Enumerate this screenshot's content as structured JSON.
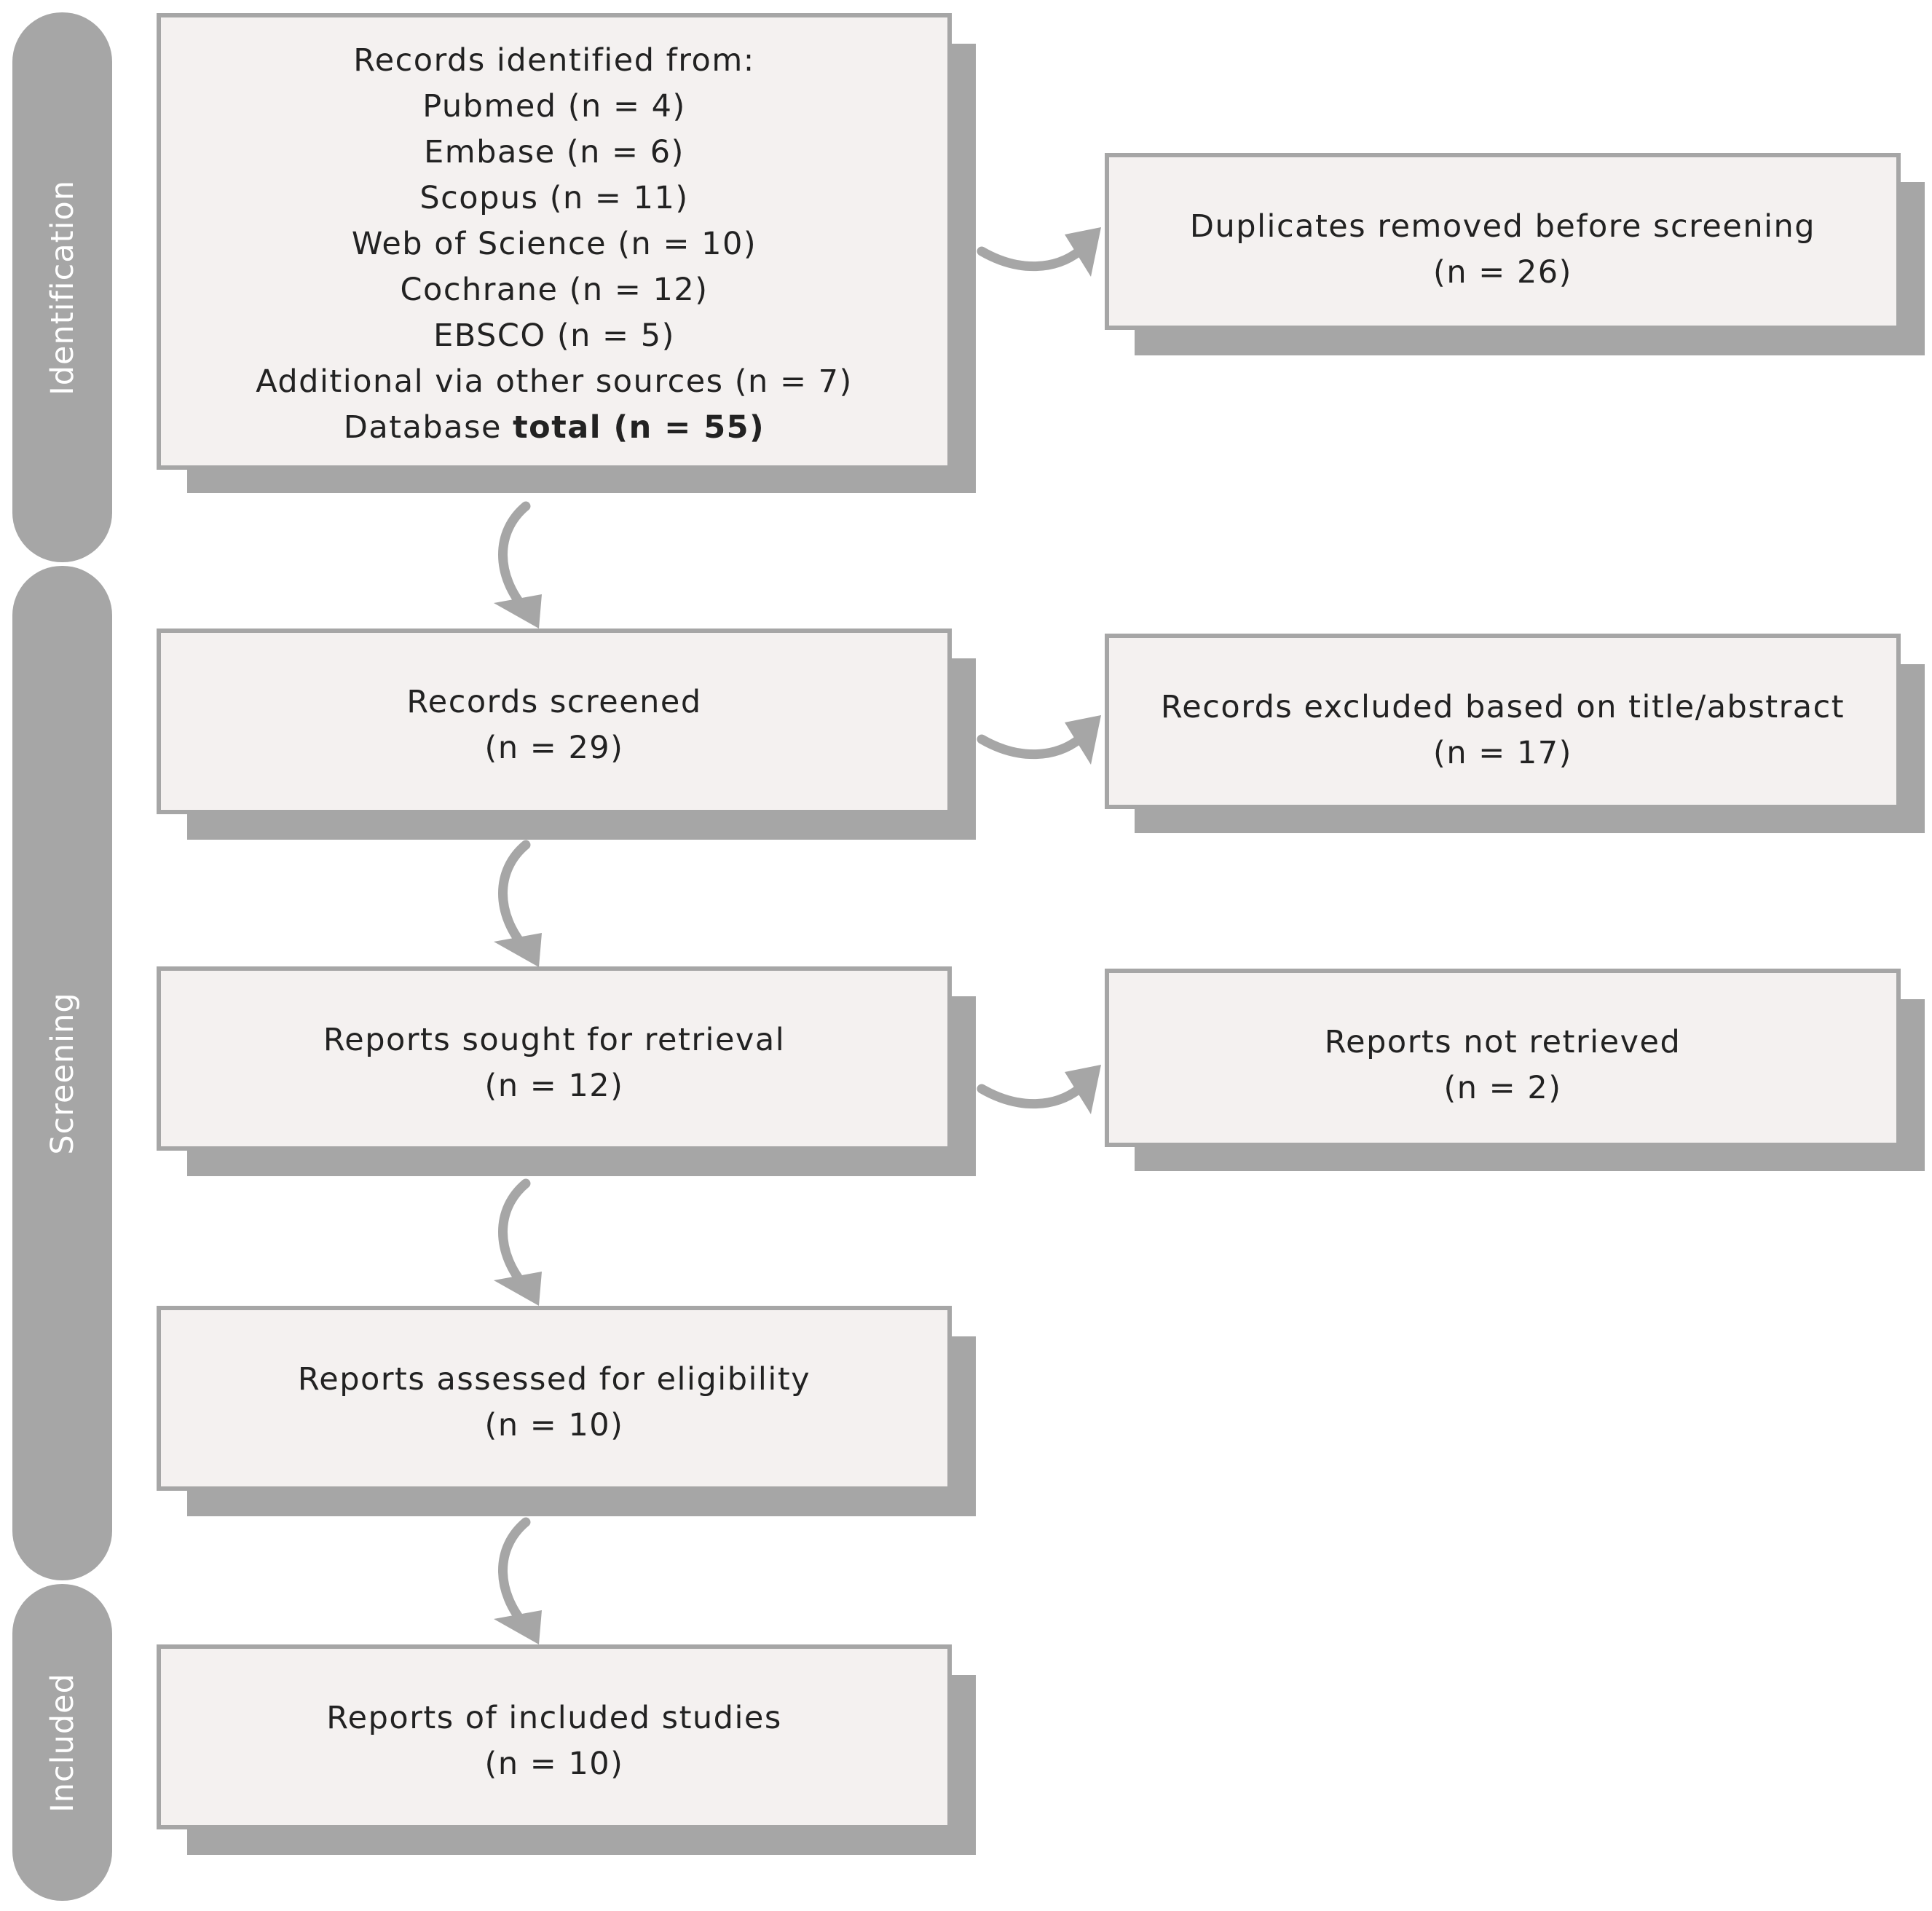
{
  "phases": {
    "identification": "Identification",
    "screening": "Screening",
    "included": "Included"
  },
  "boxes": {
    "identified": {
      "heading": "Records identified from:",
      "sources": [
        "Pubmed (n = 4)",
        "Embase (n = 6)",
        "Scopus (n = 11)",
        "Web of Science (n = 10)",
        "Cochrane (n = 12)",
        "EBSCO (n = 5)",
        "Additional via other sources (n = 7)"
      ],
      "total_prefix": "Database ",
      "total_bold": "total (n = 55)"
    },
    "duplicates": {
      "label": "Duplicates removed before screening",
      "count": "(n = 26)"
    },
    "screened": {
      "label": "Records screened",
      "count": "(n = 29)"
    },
    "excluded": {
      "label": "Records excluded based on title/abstract",
      "count": "(n = 17)"
    },
    "sought": {
      "label": "Reports sought for retrieval",
      "count": "(n = 12)"
    },
    "not_retrieved": {
      "label": "Reports not retrieved",
      "count": "(n = 2)"
    },
    "assessed": {
      "label": "Reports assessed for eligibility",
      "count": "(n = 10)"
    },
    "included": {
      "label": "Reports of included studies",
      "count": "(n = 10)"
    }
  },
  "colors": {
    "box_fill": "#f4f1f0",
    "box_border": "#a6a6a6",
    "shadow": "#a6a6a6",
    "phase_bar": "#a6a6a6",
    "arrow": "#a6a6a6"
  }
}
